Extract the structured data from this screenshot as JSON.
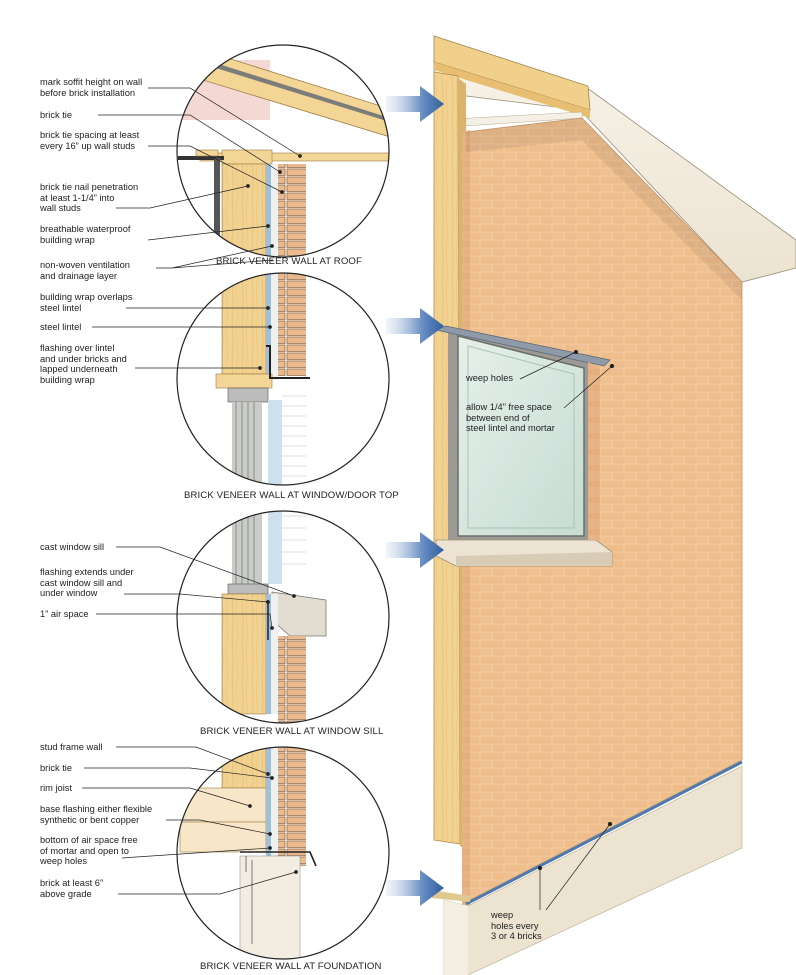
{
  "details": [
    {
      "caption": "BRICK VENEER WALL AT ROOF",
      "labels": [
        "mark soffit height on wall\nbefore brick installation",
        "brick tie",
        "brick tie spacing at least\nevery 16” up wall studs",
        "brick tie nail penetration\nat least 1-1/4” into\nwall studs",
        "breathable waterproof\nbuilding wrap",
        "non-woven ventilation\nand drainage layer"
      ]
    },
    {
      "caption": "BRICK VENEER WALL AT WINDOW/DOOR TOP",
      "labels": [
        "building wrap overlaps\nsteel lintel",
        "steel lintel",
        "flashing over lintel\nand under bricks and\nlapped underneath\nbuilding wrap"
      ]
    },
    {
      "caption": "BRICK VENEER WALL AT WINDOW SILL",
      "labels": [
        "cast window sill",
        "flashing extends under\ncast window sill and\nunder window",
        "1” air space"
      ]
    },
    {
      "caption": "BRICK VENEER WALL AT FOUNDATION",
      "labels": [
        "stud frame wall",
        "brick tie",
        "rim joist",
        "base flashing either flexible\nsynthetic or bent copper",
        "bottom of air space free\nof mortar and open to\nweep holes",
        "brick at least 6”\nabove grade"
      ]
    }
  ],
  "wall_callouts": {
    "weep_holes": "weep holes",
    "free_space": "allow 1/4” free space\nbetween end of\nsteel lintel and mortar",
    "weep_every": "weep\nholes every\n3 or 4 bricks"
  },
  "colors": {
    "brick": "#efc49a",
    "mortar": "#fbeedd",
    "timber": "#f2d496",
    "arrow": "#3f6fae",
    "glass": "#d6e6df",
    "concrete": "#efe6d6"
  }
}
